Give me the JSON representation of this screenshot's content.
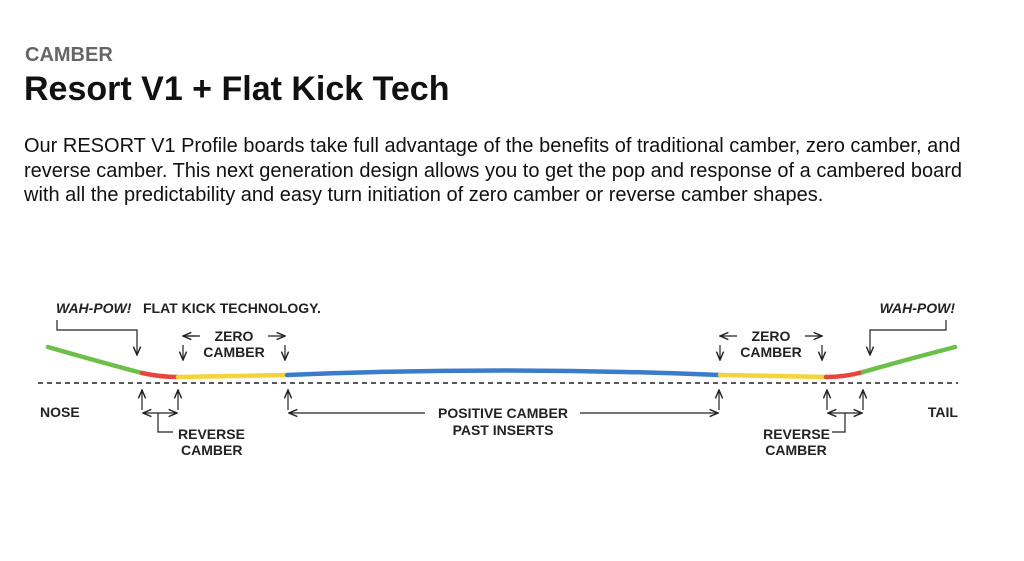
{
  "header": {
    "eyebrow": "CAMBER",
    "title": "Resort V1 + Flat Kick Tech"
  },
  "description": "Our RESORT V1 Profile boards take full advantage of the benefits of traditional camber, zero camber, and reverse camber. This next generation design allows you to get the pop and response of a cambered board with all the predictability and easy turn initiation of zero camber or reverse camber shapes.",
  "diagram": {
    "wahpow": "WAH-POW!",
    "flat_kick": "FLAT KICK TECHNOLOGY.",
    "wahpow_tail": "WAH-POW!",
    "zero_line1": "ZERO",
    "zero_line2": "CAMBER",
    "reverse_line1": "REVERSE",
    "reverse_line2": "CAMBER",
    "positive_line1": "POSITIVE CAMBER",
    "positive_line2": "PAST INSERTS",
    "nose": "NOSE",
    "tail": "TAIL",
    "colors": {
      "kick": "#6cc04a",
      "reverse": "#e8453c",
      "zero": "#f5d33a",
      "positive": "#3a7cc9"
    }
  }
}
